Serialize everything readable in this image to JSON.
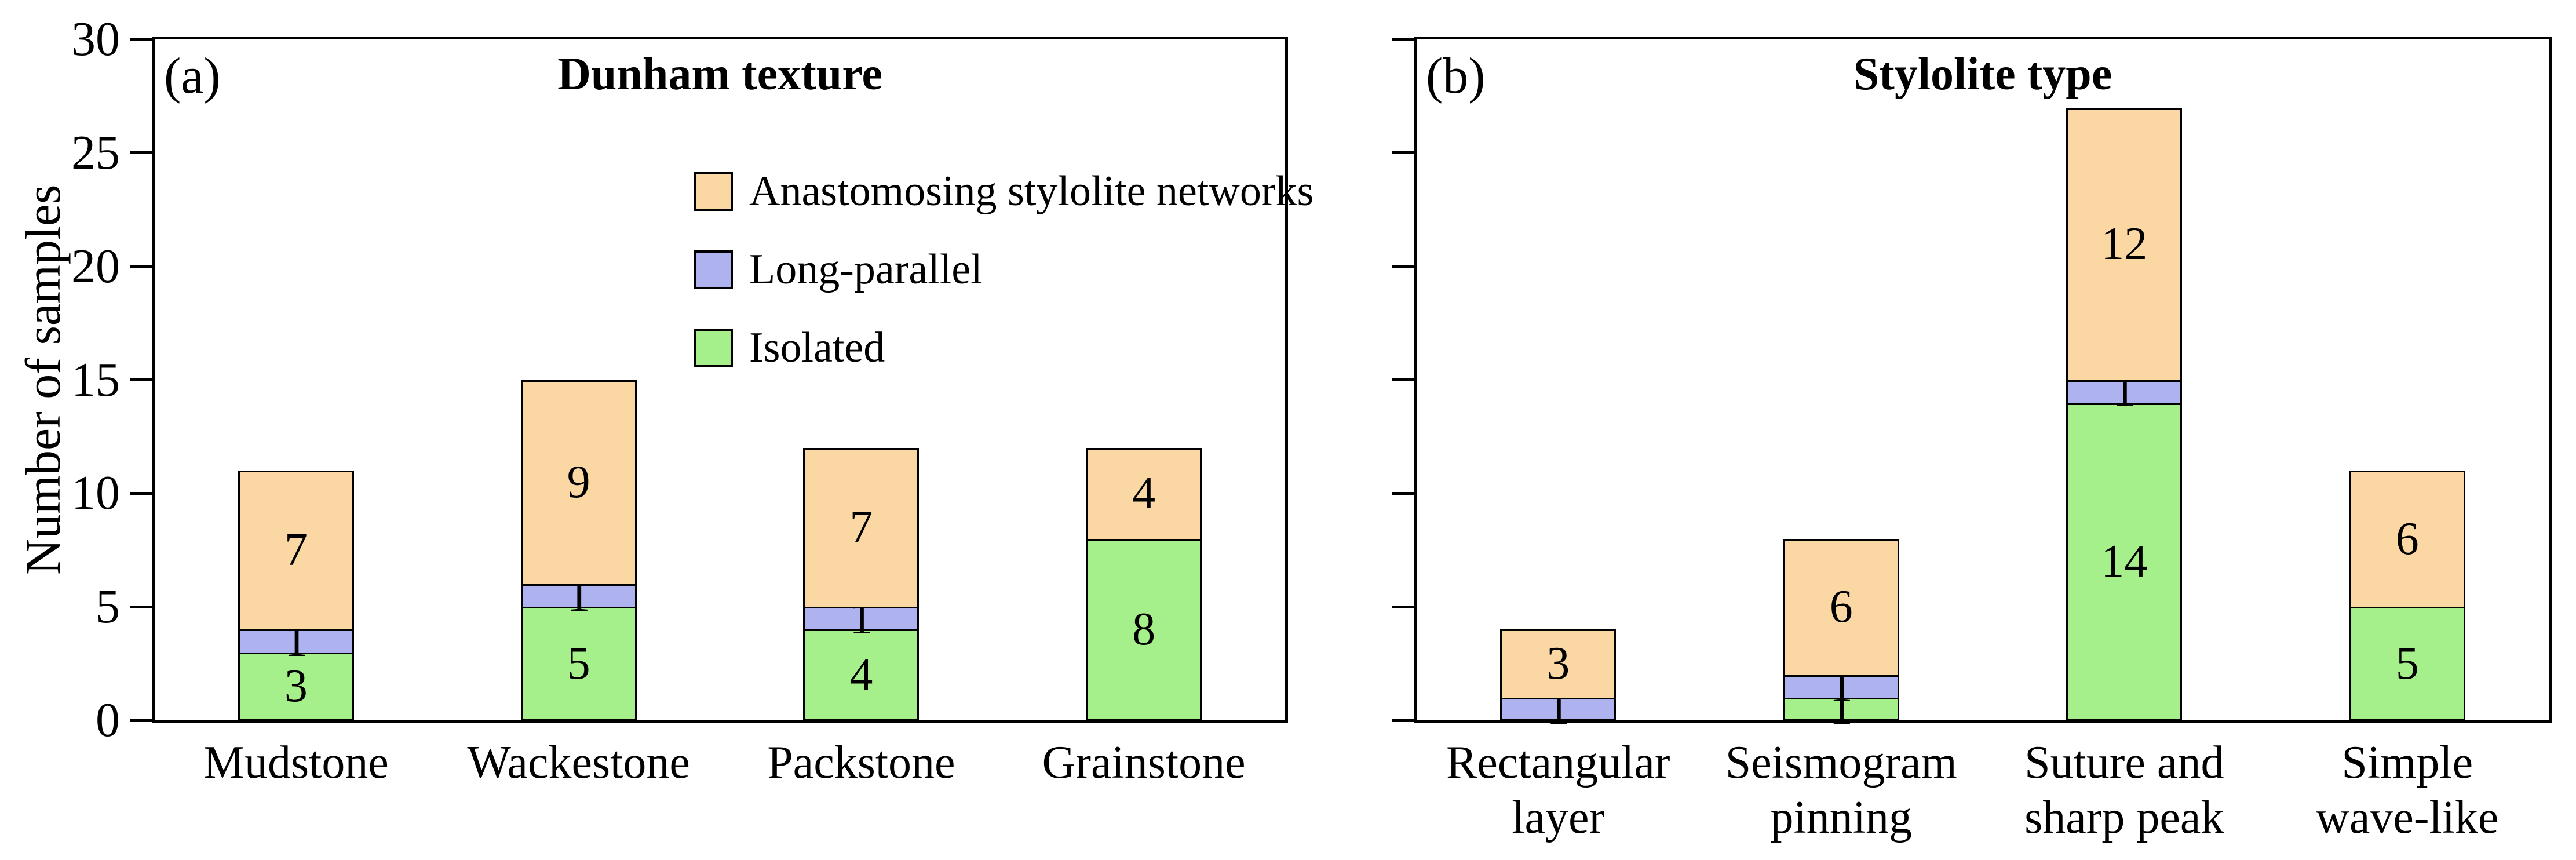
{
  "chart_data": [
    {
      "type": "bar",
      "stacked": true,
      "panel_label": "(a)",
      "title": "Dunham texture",
      "ylabel": "Number of samples",
      "ylim": [
        0,
        30
      ],
      "yticks": [
        0,
        5,
        10,
        15,
        20,
        25,
        30
      ],
      "ytick_labels_visible": true,
      "grid": false,
      "legend_position": "upper center inside plot",
      "categories": [
        [
          "Mudstone"
        ],
        [
          "Wackestone"
        ],
        [
          "Packstone"
        ],
        [
          "Grainstone"
        ]
      ],
      "series": [
        {
          "name": "Isolated",
          "color": "#A6F08C",
          "values": [
            3,
            5,
            4,
            8
          ]
        },
        {
          "name": "Long-parallel",
          "color": "#AEB2EF",
          "values": [
            1,
            1,
            1,
            0
          ]
        },
        {
          "name": "Anastomosing stylolite networks",
          "color": "#FBD7A4",
          "values": [
            7,
            9,
            7,
            4
          ]
        }
      ],
      "totals": [
        11,
        15,
        12,
        12
      ]
    },
    {
      "type": "bar",
      "stacked": true,
      "panel_label": "(b)",
      "title": "Stylolite type",
      "ylabel": "",
      "ylim": [
        0,
        30
      ],
      "yticks": [
        0,
        5,
        10,
        15,
        20,
        25,
        30
      ],
      "ytick_labels_visible": false,
      "grid": false,
      "categories": [
        [
          "Rectangular",
          "layer"
        ],
        [
          "Seismogram",
          "pinning"
        ],
        [
          "Suture and",
          "sharp peak"
        ],
        [
          "Simple",
          "wave-like"
        ]
      ],
      "series": [
        {
          "name": "Isolated",
          "color": "#A6F08C",
          "values": [
            0,
            1,
            14,
            5
          ]
        },
        {
          "name": "Long-parallel",
          "color": "#AEB2EF",
          "values": [
            1,
            1,
            1,
            0
          ]
        },
        {
          "name": "Anastomosing stylolite networks",
          "color": "#FBD7A4",
          "values": [
            3,
            6,
            12,
            6
          ]
        }
      ],
      "totals": [
        4,
        8,
        27,
        11
      ]
    }
  ],
  "legend": {
    "items": [
      {
        "label": "Anastomosing stylolite networks",
        "color": "#FBD7A4"
      },
      {
        "label": "Long-parallel",
        "color": "#AEB2EF"
      },
      {
        "label": "Isolated",
        "color": "#A6F08C"
      }
    ]
  },
  "colors": {
    "axis": "#000000",
    "background": "#FFFFFF",
    "anastomosing": "#FBD7A4",
    "long_parallel": "#AEB2EF",
    "isolated": "#A6F08C"
  }
}
